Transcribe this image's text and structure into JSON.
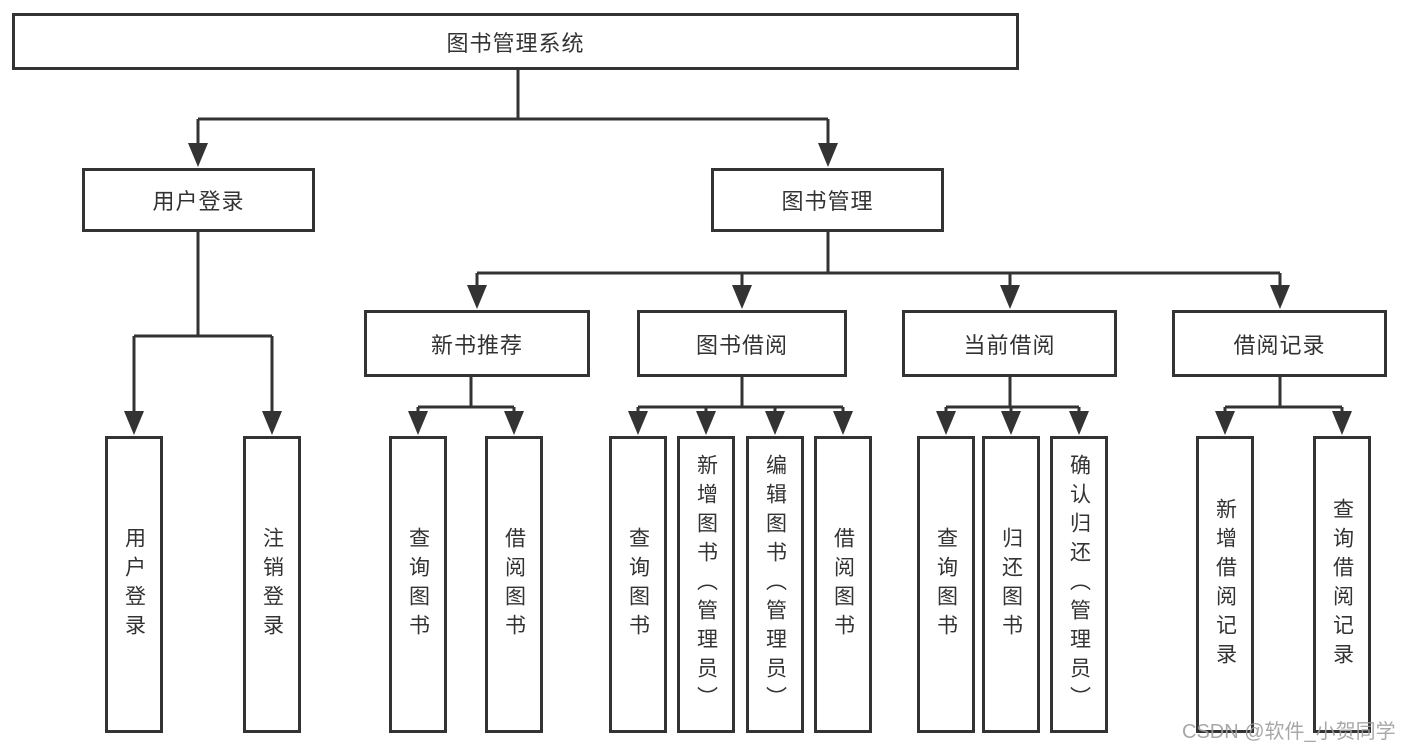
{
  "colors": {
    "line": "#333333",
    "text": "#333333",
    "watermark": "#9f9f9f",
    "background": "#ffffff"
  },
  "watermark": {
    "text": "CSDN @软件_小贺同学"
  },
  "tree": {
    "label": "图书管理系统",
    "children": [
      {
        "label": "用户登录",
        "children": [
          {
            "label": "用户登录"
          },
          {
            "label": "注销登录"
          }
        ]
      },
      {
        "label": "图书管理",
        "children": [
          {
            "label": "新书推荐",
            "children": [
              {
                "label": "查询图书"
              },
              {
                "label": "借阅图书"
              }
            ]
          },
          {
            "label": "图书借阅",
            "children": [
              {
                "label": "查询图书"
              },
              {
                "label": "新增图书（管理员）"
              },
              {
                "label": "编辑图书（管理员）"
              },
              {
                "label": "借阅图书"
              }
            ]
          },
          {
            "label": "当前借阅",
            "children": [
              {
                "label": "查询图书"
              },
              {
                "label": "归还图书"
              },
              {
                "label": "确认归还（管理员）"
              }
            ]
          },
          {
            "label": "借阅记录",
            "children": [
              {
                "label": "新增借阅记录"
              },
              {
                "label": "查询借阅记录"
              }
            ]
          }
        ]
      }
    ]
  }
}
